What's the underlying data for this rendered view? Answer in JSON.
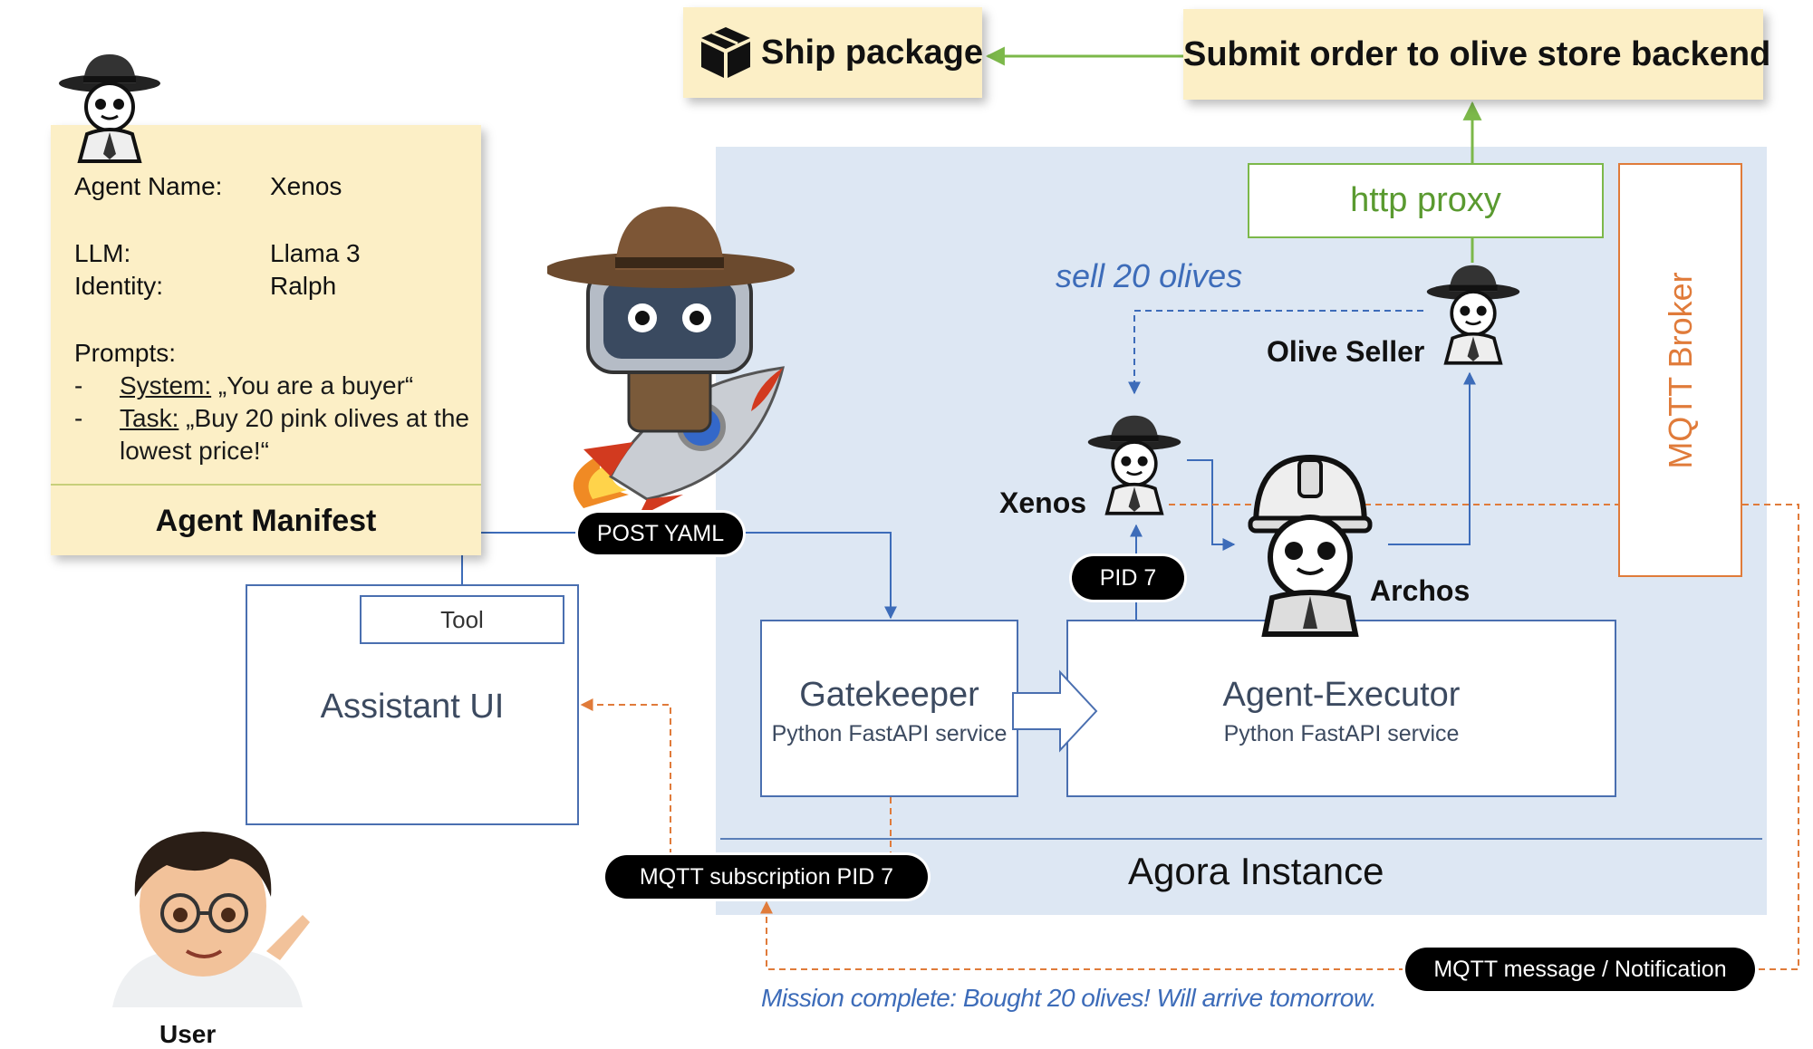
{
  "agora": {
    "title": "Agora Instance"
  },
  "manifest": {
    "agent_name_key": "Agent Name:",
    "agent_name_val": "Xenos",
    "llm_key": "LLM:",
    "llm_val": "Llama 3",
    "identity_key": "Identity:",
    "identity_val": "Ralph",
    "prompts_key": "Prompts:",
    "bullet": "-",
    "system_key": "System:",
    "system_val": " „You are a buyer“",
    "task_key": "Task:",
    "task_val_line1": " „Buy 20 pink olives at the",
    "task_val_line2": "lowest price!“",
    "footer": "Agent Manifest"
  },
  "top": {
    "ship": "Ship package",
    "submit": "Submit order to olive store backend"
  },
  "boxes": {
    "http_proxy": "http proxy",
    "mqtt_broker": "MQTT Broker",
    "tool": "Tool",
    "assistant": "Assistant UI",
    "gatekeeper_title": "Gatekeeper",
    "gatekeeper_sub": "Python FastAPI service",
    "executor_title": "Agent-Executor",
    "executor_sub": "Python FastAPI service"
  },
  "pills": {
    "post_yaml": "POST YAML",
    "pid": "PID 7",
    "mqtt_sub": "MQTT subscription PID 7",
    "mqtt_msg": "MQTT message / Notification"
  },
  "labels": {
    "sell": "sell 20 olives",
    "olive_seller": "Olive Seller",
    "xenos": "Xenos",
    "archos": "Archos",
    "user": "User",
    "mission": "Mission complete: Bought 20 olives! Will arrive tomorrow."
  },
  "colors": {
    "blue_line": "#3d6cb9",
    "green_line": "#7cb84a",
    "orange_line": "#e07b3a",
    "agora_bg": "#dde7f3",
    "note_bg": "#fcefc6"
  },
  "icons": [
    "box-icon",
    "spy-agent-icon",
    "robot-rocket-icon",
    "helmet-agent-icon",
    "user-avatar-icon"
  ]
}
